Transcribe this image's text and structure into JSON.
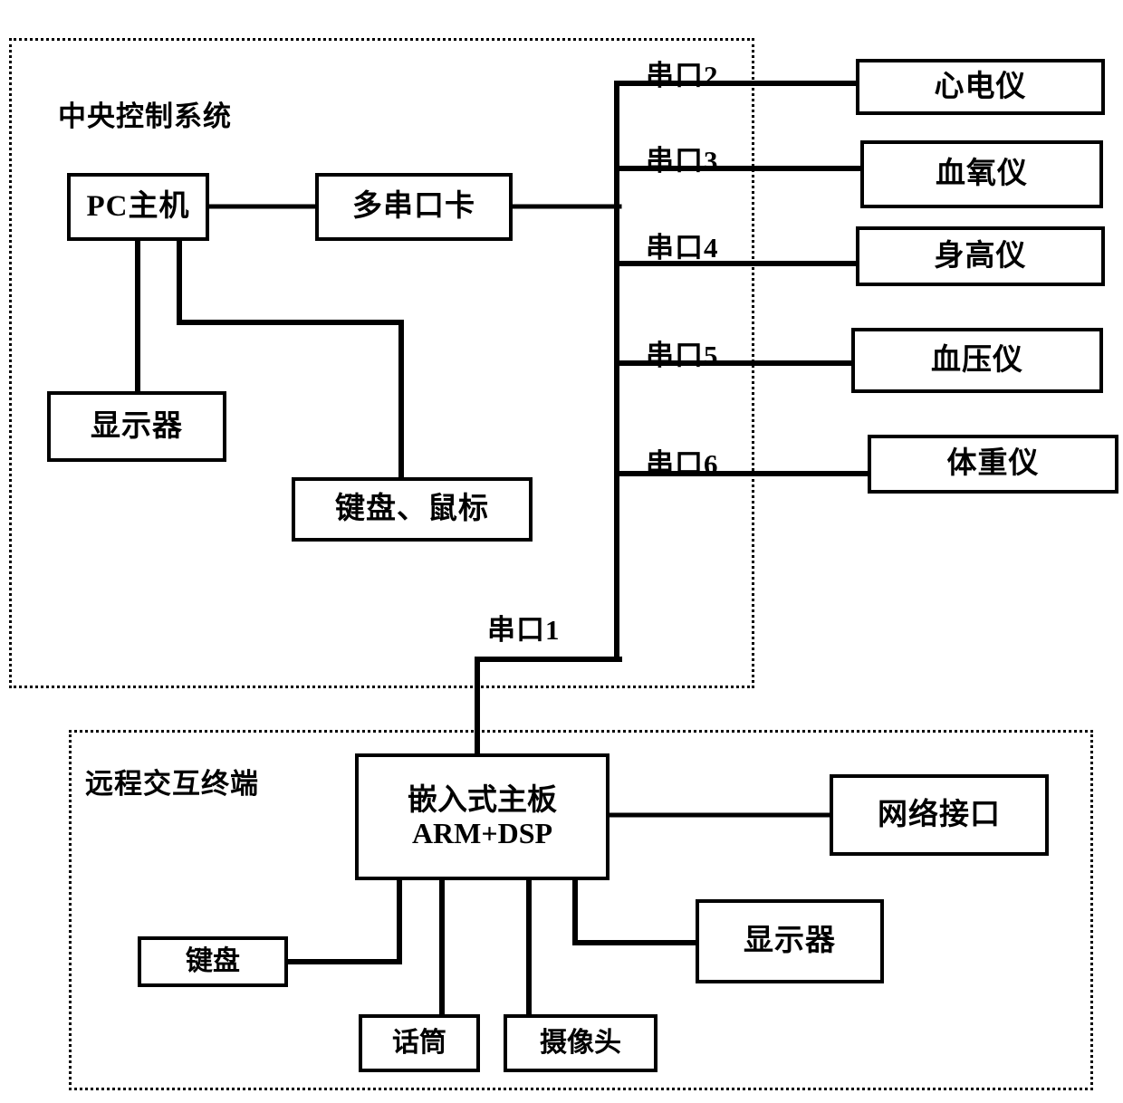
{
  "diagram": {
    "title_hidden": "",
    "groups": [
      {
        "id": "central",
        "label": "中央控制系统"
      },
      {
        "id": "remote",
        "label": "远程交互终端"
      }
    ],
    "central_nodes": {
      "pc_host": "PC主机",
      "multi_serial_card": "多串口卡",
      "monitor": "显示器",
      "keyboard_mouse": "键盘、鼠标"
    },
    "serial_ports": [
      {
        "name": "串口1",
        "device": "嵌入式主板 ARM+DSP"
      },
      {
        "name": "串口2",
        "device": "心电仪"
      },
      {
        "name": "串口3",
        "device": "血氧仪"
      },
      {
        "name": "串口4",
        "device": "身高仪"
      },
      {
        "name": "串口5",
        "device": "血压仪"
      },
      {
        "name": "串口6",
        "device": "体重仪"
      }
    ],
    "devices": {
      "ecg": "心电仪",
      "oximeter": "血氧仪",
      "height_meter": "身高仪",
      "bp_meter": "血压仪",
      "weight_scale": "体重仪"
    },
    "remote_nodes": {
      "embedded_board_line1": "嵌入式主板",
      "embedded_board_line2": "ARM+DSP",
      "network_interface": "网络接口",
      "monitor": "显示器",
      "keyboard": "键盘",
      "microphone": "话筒",
      "camera": "摄像头"
    },
    "colors": {
      "line": "#000000",
      "background": "#ffffff",
      "border": "#000000"
    }
  }
}
